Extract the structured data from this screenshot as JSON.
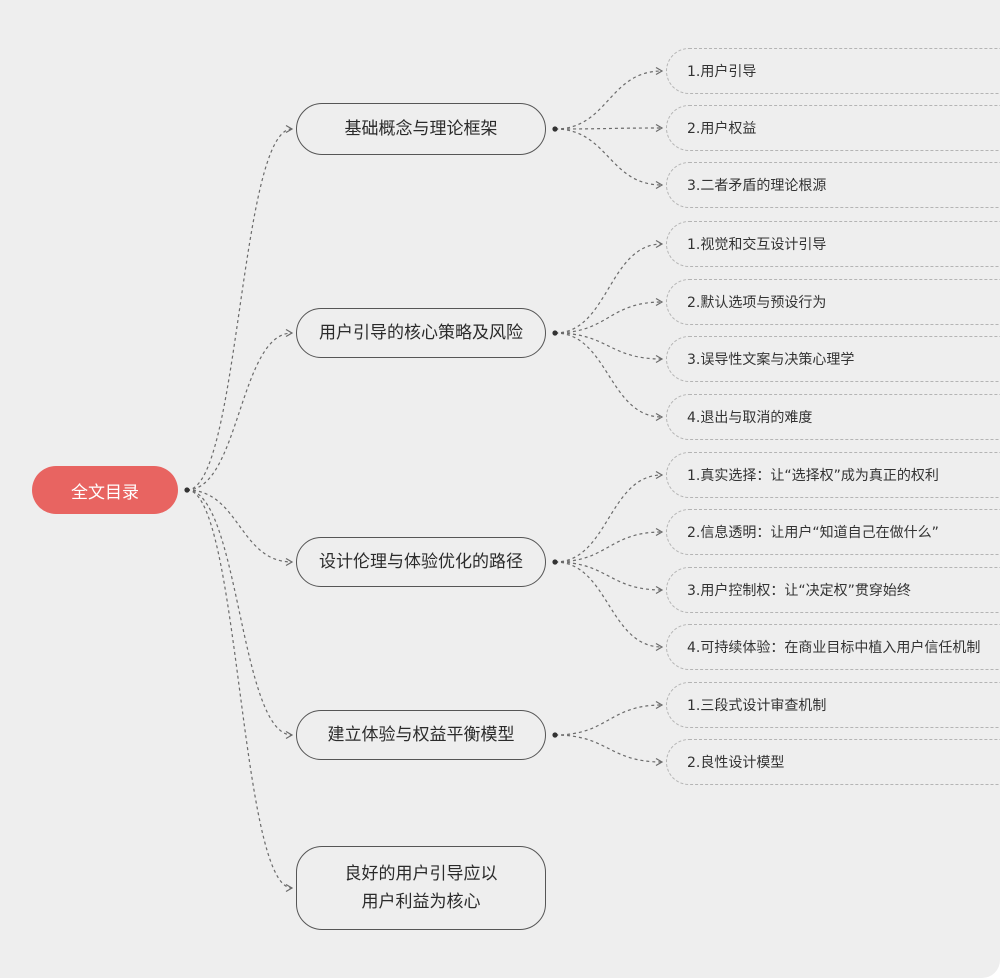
{
  "root": {
    "label": "全文目录",
    "color": "#e86461"
  },
  "sections": [
    {
      "label": "基础概念与理论框架",
      "children": [
        "1.用户引导",
        "2.用户权益",
        "3.二者矛盾的理论根源"
      ]
    },
    {
      "label": "用户引导的核心策略及风险",
      "children": [
        "1.视觉和交互设计引导",
        "2.默认选项与预设行为",
        "3.误导性文案与决策心理学",
        "4.退出与取消的难度"
      ]
    },
    {
      "label": "设计伦理与体验优化的路径",
      "children": [
        "1.真实选择：让“选择权”成为真正的权利",
        "2.信息透明：让用户“知道自己在做什么”",
        "3.用户控制权：让“决定权”贯穿始终",
        "4.可持续体验：在商业目标中植入用户信任机制"
      ]
    },
    {
      "label": "建立体验与权益平衡模型",
      "children": [
        "1.三段式设计审查机制",
        "2.良性设计模型"
      ]
    },
    {
      "label": "良好的用户引导应以\n用户利益为核心",
      "children": []
    }
  ]
}
